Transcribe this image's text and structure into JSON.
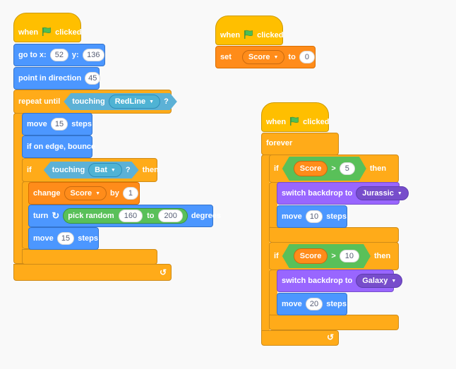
{
  "scripts": {
    "main": {
      "hat": {
        "when": "when",
        "clicked": "clicked"
      },
      "goto": {
        "label": "go to x:",
        "x": "52",
        "y_label": "y:",
        "y": "136"
      },
      "point": {
        "label": "point in direction",
        "value": "45"
      },
      "repeat_until": {
        "label": "repeat until",
        "sensing": "touching",
        "target": "RedLine",
        "q": "?"
      },
      "move1": {
        "label": "move",
        "value": "15",
        "unit": "steps"
      },
      "edge": {
        "label": "if on edge, bounce"
      },
      "if1": {
        "label": "if",
        "sensing": "touching",
        "target": "Bat",
        "q": "?",
        "then": "then"
      },
      "change": {
        "label": "change",
        "var": "Score",
        "by": "by",
        "value": "1"
      },
      "turn": {
        "label": "turn",
        "op": "pick random",
        "from": "160",
        "to": "to",
        "to_value": "200",
        "unit": "degrees"
      },
      "move2": {
        "label": "move",
        "value": "15",
        "unit": "steps"
      }
    },
    "init": {
      "hat": {
        "when": "when",
        "clicked": "clicked"
      },
      "set": {
        "label": "set",
        "var": "Score",
        "to": "to",
        "value": "0"
      }
    },
    "loop": {
      "hat": {
        "when": "when",
        "clicked": "clicked"
      },
      "forever": {
        "label": "forever"
      },
      "if1": {
        "label": "if",
        "var": "Score",
        "op": ">",
        "value": "5",
        "then": "then"
      },
      "backdrop1": {
        "label": "switch backdrop to",
        "value": "Jurassic"
      },
      "move1": {
        "label": "move",
        "value": "10",
        "unit": "steps"
      },
      "if2": {
        "label": "if",
        "var": "Score",
        "op": ">",
        "value": "10",
        "then": "then"
      },
      "backdrop2": {
        "label": "switch backdrop to",
        "value": "Galaxy"
      },
      "move2": {
        "label": "move",
        "value": "20",
        "unit": "steps"
      }
    }
  },
  "colors": {
    "events": "#ffbf00",
    "control": "#ffab19",
    "motion": "#4c97ff",
    "variables": "#ff8c1a",
    "looks": "#9966ff",
    "operators": "#59c059",
    "sensing": "#5cb1d6"
  },
  "icons": {
    "flag": "green-flag-icon",
    "turn": "turn-right-icon",
    "loop": "loop-arrow-icon",
    "dropdown": "dropdown-caret-icon"
  }
}
